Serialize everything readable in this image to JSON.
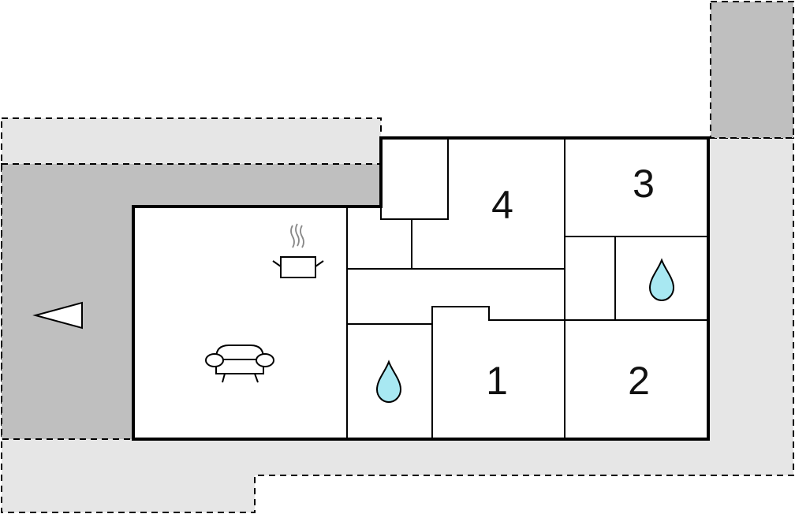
{
  "floorplan": {
    "rooms": [
      {
        "id": "room-1",
        "label": "1"
      },
      {
        "id": "room-2",
        "label": "2"
      },
      {
        "id": "room-3",
        "label": "3"
      },
      {
        "id": "room-4",
        "label": "4"
      }
    ],
    "icons": {
      "kitchen": "cooking-pot-icon",
      "living": "sofa-icon",
      "bathroom": "water-drop-icon",
      "entrance": "entrance-arrow-icon"
    },
    "colors": {
      "terrace_light": "#e6e6e6",
      "terrace_dark": "#bfbfbf",
      "wall": "#000000",
      "water": "#a8e8f2",
      "floor": "#ffffff"
    }
  }
}
